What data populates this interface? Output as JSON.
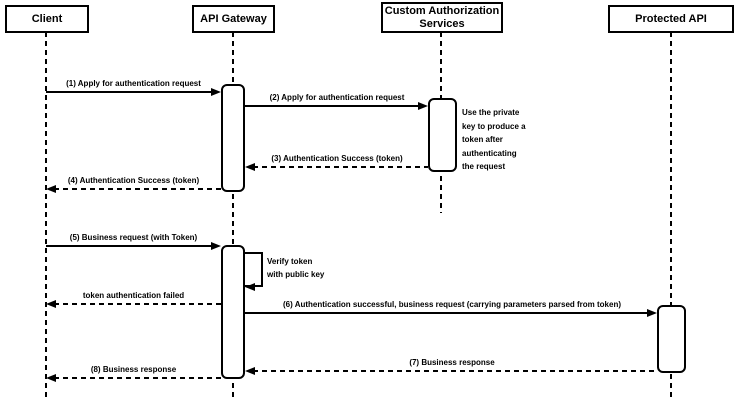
{
  "diagram": {
    "type": "sequence-diagram",
    "colors": {
      "background": "#ffffff",
      "box_fill": "#ffffff",
      "line": "#000000",
      "text": "#000000"
    },
    "participants": [
      {
        "id": "client",
        "label": "Client"
      },
      {
        "id": "api-gateway",
        "label": "API Gateway"
      },
      {
        "id": "custom-auth",
        "label": "Custom Authorization Services"
      },
      {
        "id": "protected-api",
        "label": "Protected API"
      }
    ],
    "messages": [
      {
        "order": 1,
        "label": "(1) Apply for authentication request",
        "from": "Client",
        "to": "API Gateway",
        "line": "solid"
      },
      {
        "order": 2,
        "label": "(2) Apply for authentication request",
        "from": "API Gateway",
        "to": "Custom Authorization Services",
        "line": "solid"
      },
      {
        "order": 3,
        "label": "(3) Authentication Success (token)",
        "from": "Custom Authorization Services",
        "to": "API Gateway",
        "line": "dashed"
      },
      {
        "order": 4,
        "label": "(4) Authentication Success (token)",
        "from": "API Gateway",
        "to": "Client",
        "line": "dashed"
      },
      {
        "order": 5,
        "label": "(5) Business request (with Token)",
        "from": "Client",
        "to": "API Gateway",
        "line": "solid"
      },
      {
        "order": 6,
        "label": "Verify token with public key",
        "from": "API Gateway",
        "to": "API Gateway",
        "line": "solid",
        "self": true
      },
      {
        "order": 7,
        "label": "token authentication failed",
        "from": "API Gateway",
        "to": "Client",
        "line": "dashed"
      },
      {
        "order": 8,
        "label": "(6) Authentication successful, business request (carrying parameters parsed from token)",
        "from": "API Gateway",
        "to": "Protected API",
        "line": "solid"
      },
      {
        "order": 9,
        "label": "(7) Business response",
        "from": "Protected API",
        "to": "API Gateway",
        "line": "dashed"
      },
      {
        "order": 10,
        "label": "(8) Business response",
        "from": "API Gateway",
        "to": "Client",
        "line": "dashed"
      }
    ],
    "notes": [
      {
        "label": "Use the private key to produce a token after authenticating the request",
        "attached_to": "Custom Authorization Services"
      }
    ]
  }
}
